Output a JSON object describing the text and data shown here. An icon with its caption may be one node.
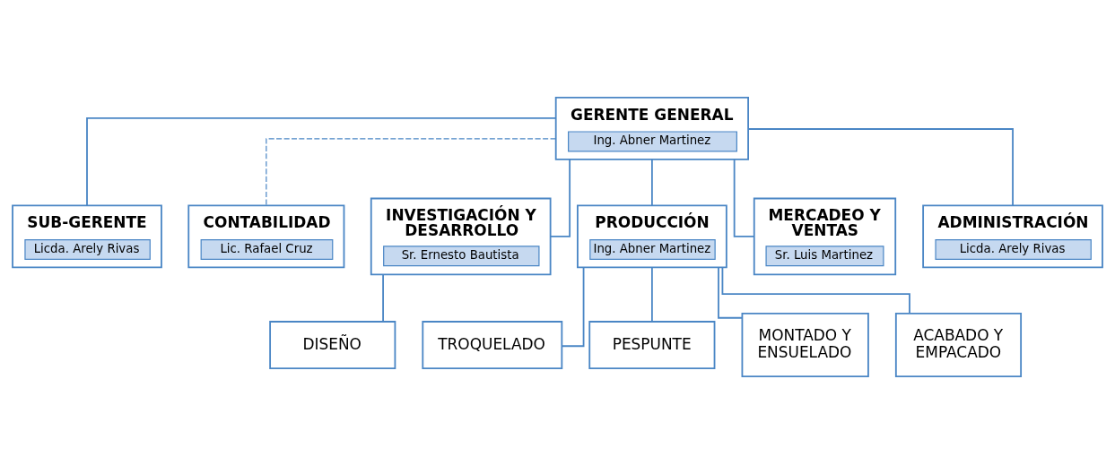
{
  "diagram": {
    "nodes": [
      {
        "text": [
          "GERENTE GENERAL",
          "Ing. Abner Martinez"
        ]
      },
      {
        "text": [
          "SUB-GERENTE",
          "Licda. Arely Rivas"
        ]
      },
      {
        "text": [
          "CONTABILIDAD",
          "Lic. Rafael Cruz"
        ]
      },
      {
        "text": [
          "INVESTIGACIÓN Y DESARROLLO",
          "Sr. Ernesto Bautista"
        ]
      },
      {
        "text": [
          "PRODUCCIÓN",
          "Ing. Abner Martinez"
        ]
      },
      {
        "text": [
          "MERCADEO Y VENTAS",
          "Sr. Luis Martinez"
        ]
      },
      {
        "text": [
          "ADMINISTRACIÓN",
          "Licda. Arely Rivas"
        ]
      },
      {
        "text": [
          "DISEÑO"
        ]
      },
      {
        "text": [
          "TROQUELADO"
        ]
      },
      {
        "text": [
          "PESPUNTE"
        ]
      },
      {
        "text": [
          "MONTADO Y ENSUELADO"
        ]
      },
      {
        "text": [
          "ACABADO Y EMPACADO"
        ]
      }
    ],
    "edges": [
      {
        "from": 0,
        "to": 1,
        "arrow": "none"
      },
      {
        "from": 0,
        "to": 2,
        "arrow": "none",
        "style": "dashed"
      },
      {
        "from": 0,
        "to": 3,
        "arrow": "none"
      },
      {
        "from": 0,
        "to": 4,
        "arrow": "none"
      },
      {
        "from": 0,
        "to": 5,
        "arrow": "none"
      },
      {
        "from": 0,
        "to": 6,
        "arrow": "none"
      },
      {
        "from": 3,
        "to": 7,
        "arrow": "none"
      },
      {
        "from": 4,
        "to": 8,
        "arrow": "none"
      },
      {
        "from": 4,
        "to": 9,
        "arrow": "none"
      },
      {
        "from": 4,
        "to": 10,
        "arrow": "none"
      },
      {
        "from": 4,
        "to": 11,
        "arrow": "none"
      }
    ]
  }
}
